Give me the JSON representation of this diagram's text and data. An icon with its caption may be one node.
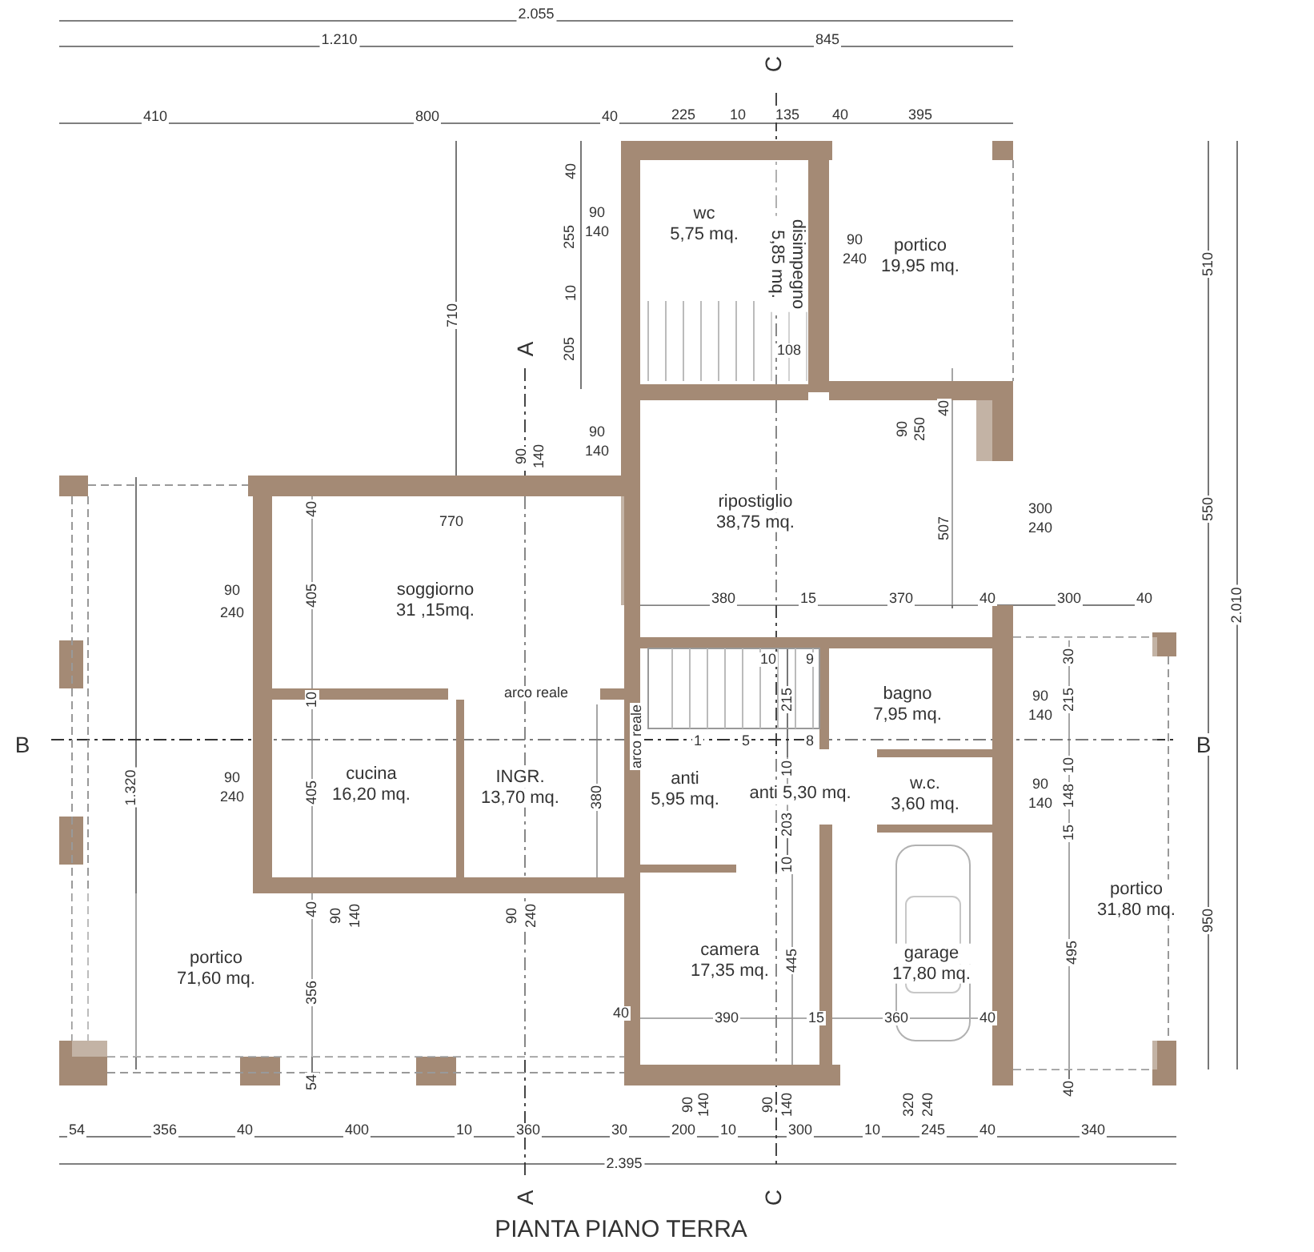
{
  "diagram": {
    "title": "PIANTA PIANO TERRA",
    "nodes": [
      {
        "text": [
          "wc",
          "5,75 mq."
        ]
      },
      {
        "text": [
          "disimpegno",
          "5,85 mq."
        ]
      },
      {
        "text": [
          "portico",
          "19,95 mq."
        ]
      },
      {
        "text": [
          "ripostiglio",
          "38,75 mq."
        ]
      },
      {
        "text": [
          "soggiorno",
          "31 ,15mq."
        ]
      },
      {
        "text": [
          "bagno",
          "7,95 mq."
        ]
      },
      {
        "text": [
          "cucina",
          "16,20 mq."
        ]
      },
      {
        "text": [
          "INGR.",
          "13,70 mq."
        ]
      },
      {
        "text": [
          "anti",
          "5,95 mq."
        ]
      },
      {
        "text": [
          "anti 5,30 mq."
        ]
      },
      {
        "text": [
          "w.c.",
          "3,60 mq."
        ]
      },
      {
        "text": [
          "portico",
          "71,60 mq."
        ]
      },
      {
        "text": [
          "camera",
          "17,35 mq."
        ]
      },
      {
        "text": [
          "garage",
          "17,80 mq."
        ]
      },
      {
        "text": [
          "portico",
          "31,80 mq."
        ]
      }
    ],
    "labels": [
      "2.055",
      "1.210",
      "845",
      "C",
      "410",
      "800",
      "40",
      "225",
      "10",
      "135",
      "40",
      "395",
      "40",
      "90",
      "140",
      "255",
      "90",
      "240",
      "510",
      "10",
      "710",
      "A",
      "205",
      "108",
      "90",
      "250",
      "40",
      "90",
      "140",
      "90",
      "140",
      "40",
      "550",
      "300",
      "240",
      "770",
      "507",
      "90",
      "240",
      "405",
      "380",
      "15",
      "370",
      "40",
      "300",
      "40",
      "2.010",
      "30",
      "10",
      "9",
      "arco reale",
      "10",
      "215",
      "90",
      "140",
      "215",
      "B",
      "1",
      "5",
      "8",
      "B",
      "arco reale",
      "10",
      "10",
      "90",
      "240",
      "405",
      "1.320",
      "380",
      "148",
      "90",
      "140",
      "203",
      "15",
      "10",
      "40",
      "90",
      "140",
      "90",
      "240",
      "950",
      "445",
      "495",
      "356",
      "40",
      "390",
      "15",
      "360",
      "40",
      "54",
      "40",
      "90",
      "140",
      "90",
      "140",
      "320",
      "240",
      "54",
      "356",
      "40",
      "400",
      "10",
      "360",
      "30",
      "200",
      "10",
      "300",
      "10",
      "245",
      "40",
      "340",
      "2.395",
      "A",
      "C"
    ]
  }
}
